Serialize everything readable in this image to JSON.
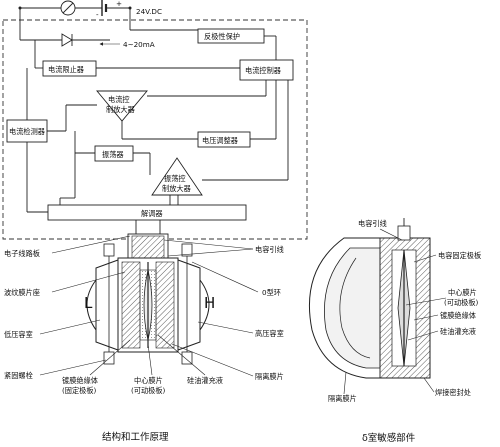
{
  "circuit": {
    "supply": "24V.DC",
    "plus": "+",
    "minus": "-",
    "signal": "4~20mA",
    "reverse_protect": "反极性保护",
    "current_limiter": "电流限止器",
    "current_controller": "电流控制器",
    "current_control_amp": [
      "电流控",
      "制放大器"
    ],
    "current_detector": "电流检测器",
    "voltage_regulator": "电压调整器",
    "oscillator": "振荡器",
    "osc_control_amp": [
      "振荡控",
      "制放大器"
    ],
    "demodulator": "解调器"
  },
  "left_diagram": {
    "labels_left": [
      "电子线路板",
      "波纹膜片座",
      "低压容室",
      "紧固螺栓"
    ],
    "labels_right": [
      "电容引线",
      "0型环",
      "高压容室",
      "隔离膜片"
    ],
    "labels_bottom": [
      [
        "镀膜绝缘体",
        "(固定极板)"
      ],
      [
        "中心膜片",
        "(可动极板)"
      ],
      "硅油灌充液"
    ],
    "low_side": "L",
    "high_side": "H",
    "caption": "结构和工作原理"
  },
  "right_diagram": {
    "labels": [
      "电容引线",
      "电容固定极板",
      "中心膜片",
      "(可动极板)",
      "镀膜绝缘体",
      "硅油灌充液",
      "隔离膜片",
      "焊接密封处"
    ],
    "caption": "δ室敏感部件"
  }
}
